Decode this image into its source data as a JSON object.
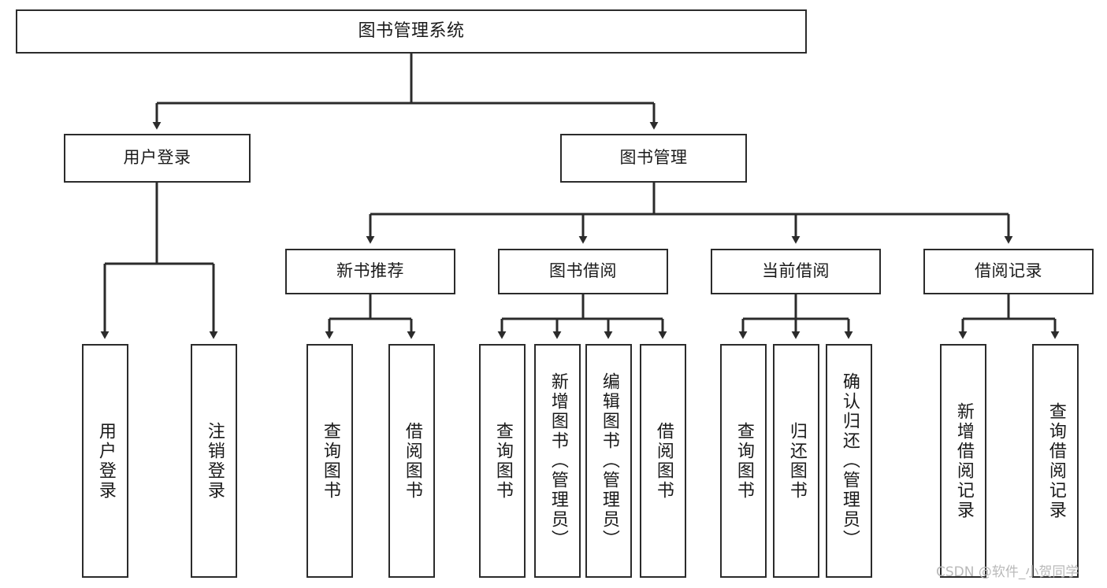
{
  "diagram": {
    "type": "tree-hierarchy",
    "title": "图书管理系统",
    "orientation": "top-down",
    "edge_color": "#2b2b2b",
    "box_border_color": "#2b2b2b",
    "box_fill_color": "#ffffff",
    "text_color": "#1a1a1a"
  },
  "nodes": {
    "root": {
      "label": "图书管理系统"
    },
    "level2": [
      {
        "label": "用户登录"
      },
      {
        "label": "图书管理"
      }
    ],
    "level3": [
      {
        "label": "新书推荐"
      },
      {
        "label": "图书借阅"
      },
      {
        "label": "当前借阅"
      },
      {
        "label": "借阅记录"
      }
    ],
    "leaves": {
      "user_login": [
        {
          "label": "用户登录"
        },
        {
          "label": "注销登录"
        }
      ],
      "new_book_recommend": [
        {
          "label": "查询图书"
        },
        {
          "label": "借阅图书"
        }
      ],
      "book_borrow": [
        {
          "label": "查询图书"
        },
        {
          "label": "新增图书（管理员）"
        },
        {
          "label": "编辑图书（管理员）"
        },
        {
          "label": "借阅图书"
        }
      ],
      "current_borrow": [
        {
          "label": "查询图书"
        },
        {
          "label": "归还图书"
        },
        {
          "label": "确认归还（管理员）"
        }
      ],
      "borrow_record": [
        {
          "label": "新增借阅记录"
        },
        {
          "label": "查询借阅记录"
        }
      ]
    }
  },
  "watermark": {
    "text": "CSDN @软件_小贺同学"
  }
}
